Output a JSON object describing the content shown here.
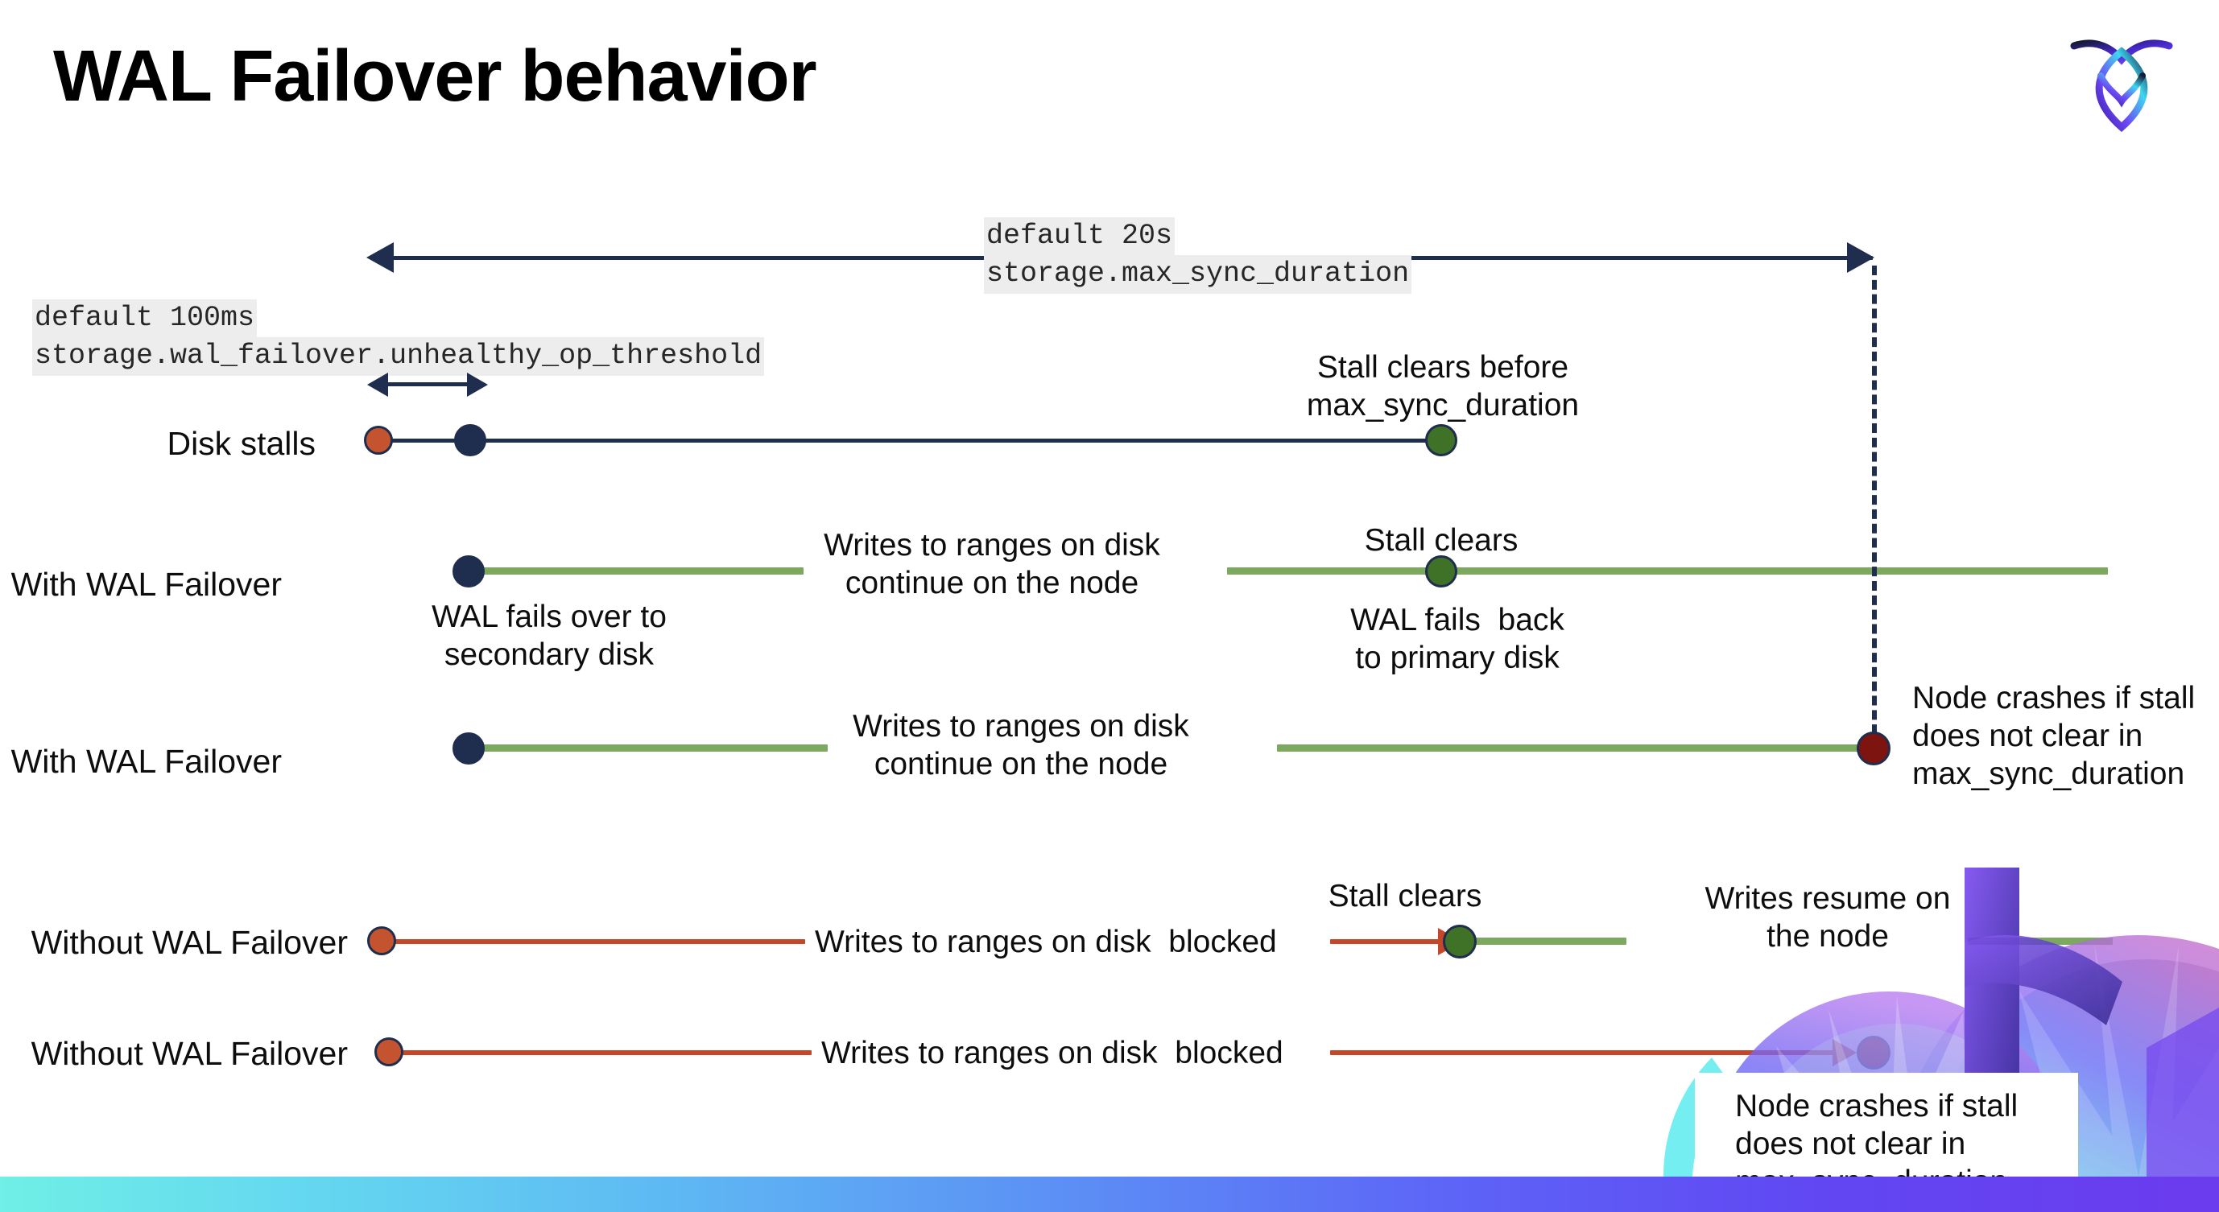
{
  "slide": {
    "title": "WAL Failover behavior",
    "background": "#ffffff",
    "logo_name": "cockroachdb-logo"
  },
  "colors": {
    "navy": "#1F2D4E",
    "green_line": "#7DA860",
    "green_dot": "#3F7226",
    "orange_line": "#C4472A",
    "orange_dot": "#C4542F",
    "dark_red_dot": "#7E1410",
    "code_bg": "#ededed",
    "bar_gradient_start": "#6FEFE6",
    "bar_gradient_end": "#6B3BEE"
  },
  "settings": {
    "max_sync": {
      "default_line": "default 20s",
      "name_line": "storage.max_sync_duration"
    },
    "unhealthy_op": {
      "default_line": "default 100ms",
      "name_line": "storage.wal_failover.unhealthy_op_threshold"
    }
  },
  "rows": {
    "disk_stalls": {
      "label": "Disk stalls",
      "note_stall_clears_before": "Stall clears before\nmax_sync_duration"
    },
    "with_failover_1": {
      "label": "With WAL Failover",
      "note_writes_continue": "Writes to ranges on disk\ncontinue on the node",
      "note_stall_clears": "Stall clears",
      "note_fails_over": "WAL fails over to\nsecondary disk",
      "note_fails_back": "WAL fails  back\nto primary disk"
    },
    "with_failover_2": {
      "label": "With WAL Failover",
      "note_writes_continue": "Writes to ranges on disk\ncontinue on the node",
      "note_node_crashes": "Node crashes if stall\ndoes not clear in\nmax_sync_duration"
    },
    "without_failover_1": {
      "label": "Without WAL Failover",
      "note_writes_blocked": "Writes to ranges on disk  blocked",
      "note_stall_clears": "Stall clears",
      "note_writes_resume": "Writes resume on\nthe node"
    },
    "without_failover_2": {
      "label": "Without WAL Failover",
      "note_writes_blocked": "Writes to ranges on disk  blocked",
      "note_node_crashes": "Node crashes if stall\ndoes not clear in\nmax_sync_duration"
    }
  }
}
